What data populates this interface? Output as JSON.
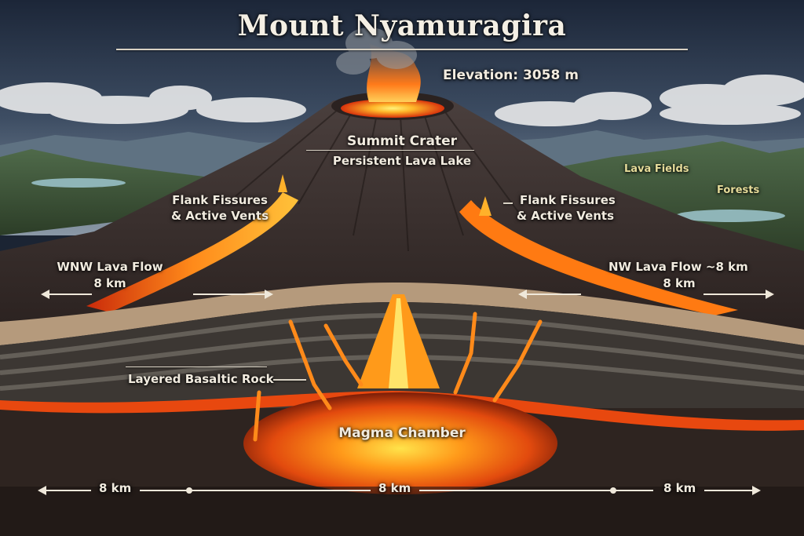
{
  "title": "Mount Nyamuragira",
  "elevation": "Elevation: 3058 m",
  "summit": {
    "name": "Summit Crater",
    "detail": "Persistent Lava Lake"
  },
  "flank_left": {
    "line1": "Flank Fissures",
    "line2": "& Active Vents"
  },
  "flank_right": {
    "line1": "Flank Fissures",
    "line2": "& Active Vents"
  },
  "landscape": {
    "lava_fields": "Lava Fields",
    "forests": "Forests"
  },
  "flow_left": {
    "name": "WNW Lava Flow",
    "distance": "8 km"
  },
  "flow_right": {
    "name": "NW Lava Flow ~8 km",
    "distance": "8 km"
  },
  "strata": "Layered Basaltic Rock",
  "chamber": "Magma Chamber",
  "scale_bar": {
    "left": "8 km",
    "center": "8 km",
    "right": "8 km"
  },
  "colors": {
    "lava_bright": "#ffd23a",
    "lava_mid": "#ff7a12",
    "lava_deep": "#c92a0a",
    "rock": "#3a302c",
    "sky": "#2a3548",
    "label": "#f1ebdf"
  }
}
